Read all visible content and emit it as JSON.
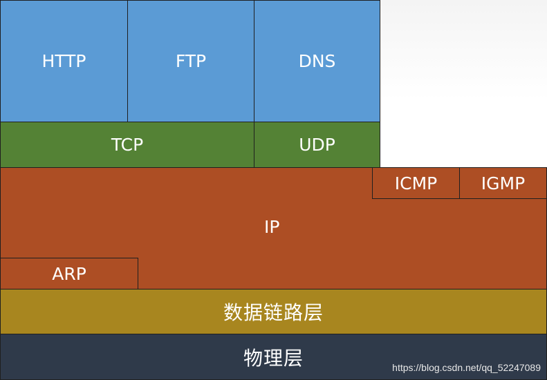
{
  "diagram": {
    "application_layer": [
      "HTTP",
      "FTP",
      "DNS"
    ],
    "transport_layer": [
      "TCP",
      "UDP"
    ],
    "network_layer": {
      "main": "IP",
      "upper": [
        "ICMP",
        "IGMP"
      ],
      "lower": "ARP"
    },
    "data_link_layer": "数据链路层",
    "physical_layer": "物理层"
  },
  "watermark": "https://blog.csdn.net/qq_52247089",
  "colors": {
    "application": "#5b9bd5",
    "transport": "#548235",
    "network": "#ad4e24",
    "data_link": "#a8861f",
    "physical": "#2f3a4a"
  }
}
